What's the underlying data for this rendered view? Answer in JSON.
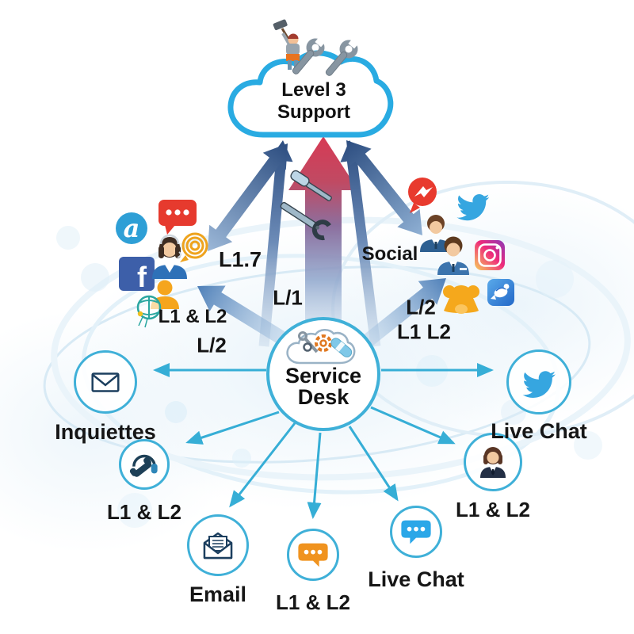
{
  "title": "Service Desk support tiers diagram",
  "cloud": {
    "line1": "Level 3",
    "line2": "Support"
  },
  "hub": {
    "line1": "Service",
    "line2": "Desk"
  },
  "flow_labels": {
    "center": "L/1",
    "left_tier": "L1.7",
    "left_team": "L1 & L2",
    "left_level": "L/2",
    "social": "Social",
    "right_level": "L/2",
    "right_team": "L1 L2"
  },
  "channels": [
    {
      "name": "inquiries",
      "icon": "closed-envelope-icon",
      "label": "Inquiettes"
    },
    {
      "name": "phone-support",
      "icon": "phone-headset-icon",
      "label": "L1 & L2"
    },
    {
      "name": "email",
      "icon": "open-email-icon",
      "label": "Email"
    },
    {
      "name": "chat-orange",
      "icon": "chat-bubble-orange-icon",
      "label": "L1 & L2"
    },
    {
      "name": "live-chat-blue",
      "icon": "chat-bubble-blue-icon",
      "label": "Live Chat"
    },
    {
      "name": "agent",
      "icon": "businesswoman-icon",
      "label": "L1 & L2"
    },
    {
      "name": "twitter-chat",
      "icon": "twitter-bird-icon",
      "label": "Live Chat"
    }
  ],
  "icon_glyphs": {
    "at": "a",
    "facebook": "f"
  },
  "colors": {
    "circle_ring": "#3fb0d8",
    "cloud_outline": "#29abe2",
    "arrow_red": "#d63b55",
    "arrow_navy": "#2c4d80",
    "thin_arrow_cyan": "#36aed6",
    "chat_orange": "#f0931f",
    "chat_blue": "#2ba7e8",
    "messenger_red": "#e83a2e",
    "facebook_blue": "#3d5fa9",
    "gold": "#eea31d",
    "teal": "#2aa6a0"
  }
}
